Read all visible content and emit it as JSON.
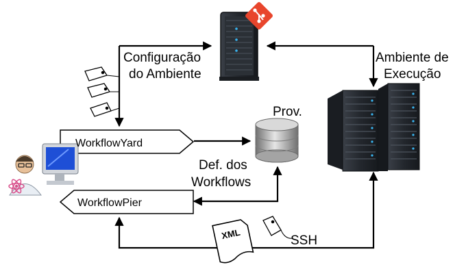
{
  "nodes": {
    "config": {
      "line1": "Configuração",
      "line2": "do Ambiente"
    },
    "exec": {
      "line1": "Ambiente de",
      "line2": "Execução"
    },
    "prov": {
      "label": "Prov."
    },
    "defs": {
      "line1": "Def. dos",
      "line2": "Workflows"
    },
    "yard": {
      "label": "WorkflowYard"
    },
    "pier": {
      "label": "WorkflowPier"
    },
    "xml": {
      "label": "XML"
    },
    "ssh": {
      "label": "SSH"
    }
  },
  "colors": {
    "git_badge": "#e8452c",
    "server_dark": "#1f2329",
    "server_led": "#38b4f0",
    "db_gray": "#8e8e8e",
    "monitor_blue": "#1e4fd6"
  },
  "icons": [
    "git-server-icon",
    "server-rack-icon",
    "database-icon",
    "scientist-computer-icon",
    "tag-icon",
    "xml-document-icon"
  ]
}
